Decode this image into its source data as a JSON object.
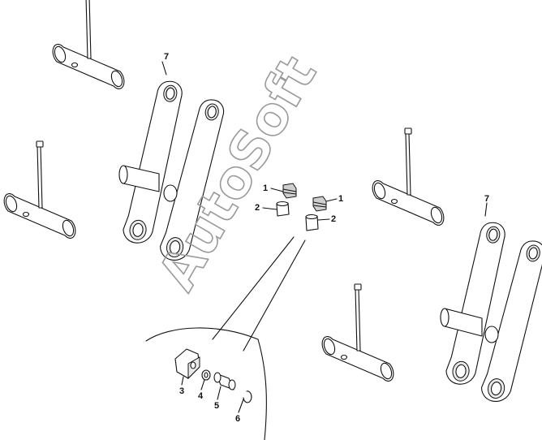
{
  "watermark": "AutoSoft",
  "callouts": {
    "c7_left": "7",
    "c7_right": "7",
    "c1_left": "1",
    "c1_right": "1",
    "c2_left": "2",
    "c2_right": "2",
    "c3": "3",
    "c4": "4",
    "c5": "5",
    "c6": "6"
  },
  "colors": {
    "line": "#111111",
    "watermark": "#9a9a9a",
    "background": "#ffffff"
  }
}
